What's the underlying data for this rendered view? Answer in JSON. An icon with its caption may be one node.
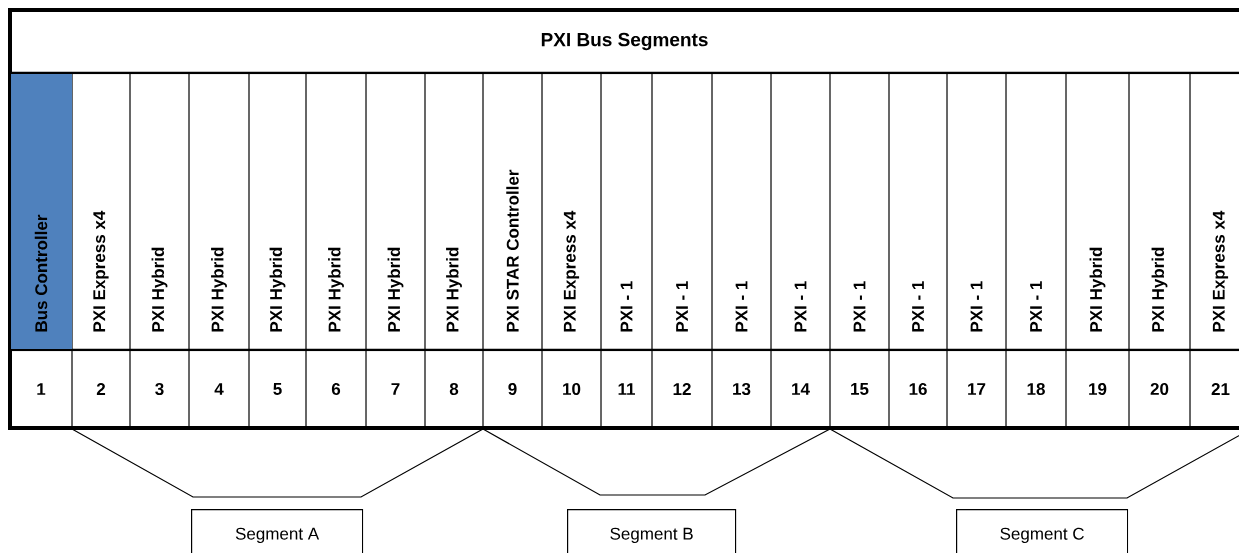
{
  "diagram": {
    "nodes": [
      {
        "text": [
          "Segment A"
        ]
      },
      {
        "text": [
          "Segment B"
        ]
      },
      {
        "text": [
          "Segment C"
        ]
      }
    ],
    "labels": [
      "PXI Bus Segments",
      "Bus Controller",
      "PXI Express x4",
      "PXI Hybrid",
      "PXI Hybrid",
      "PXI Hybrid",
      "PXI Hybrid",
      "PXI Hybrid",
      "PXI Hybrid",
      "PXI STAR Controller",
      "PXI Express x4",
      "PXI - 1",
      "PXI - 1",
      "PXI - 1",
      "PXI - 1",
      "PXI - 1",
      "PXI - 1",
      "PXI - 1",
      "PXI - 1",
      "PXI Hybrid",
      "PXI Hybrid",
      "PXI Express x4",
      "1",
      "2",
      "3",
      "4",
      "5",
      "6",
      "7",
      "8",
      "9",
      "10",
      "11",
      "12",
      "13",
      "14",
      "15",
      "16",
      "17",
      "18",
      "19",
      "20",
      "21"
    ]
  }
}
